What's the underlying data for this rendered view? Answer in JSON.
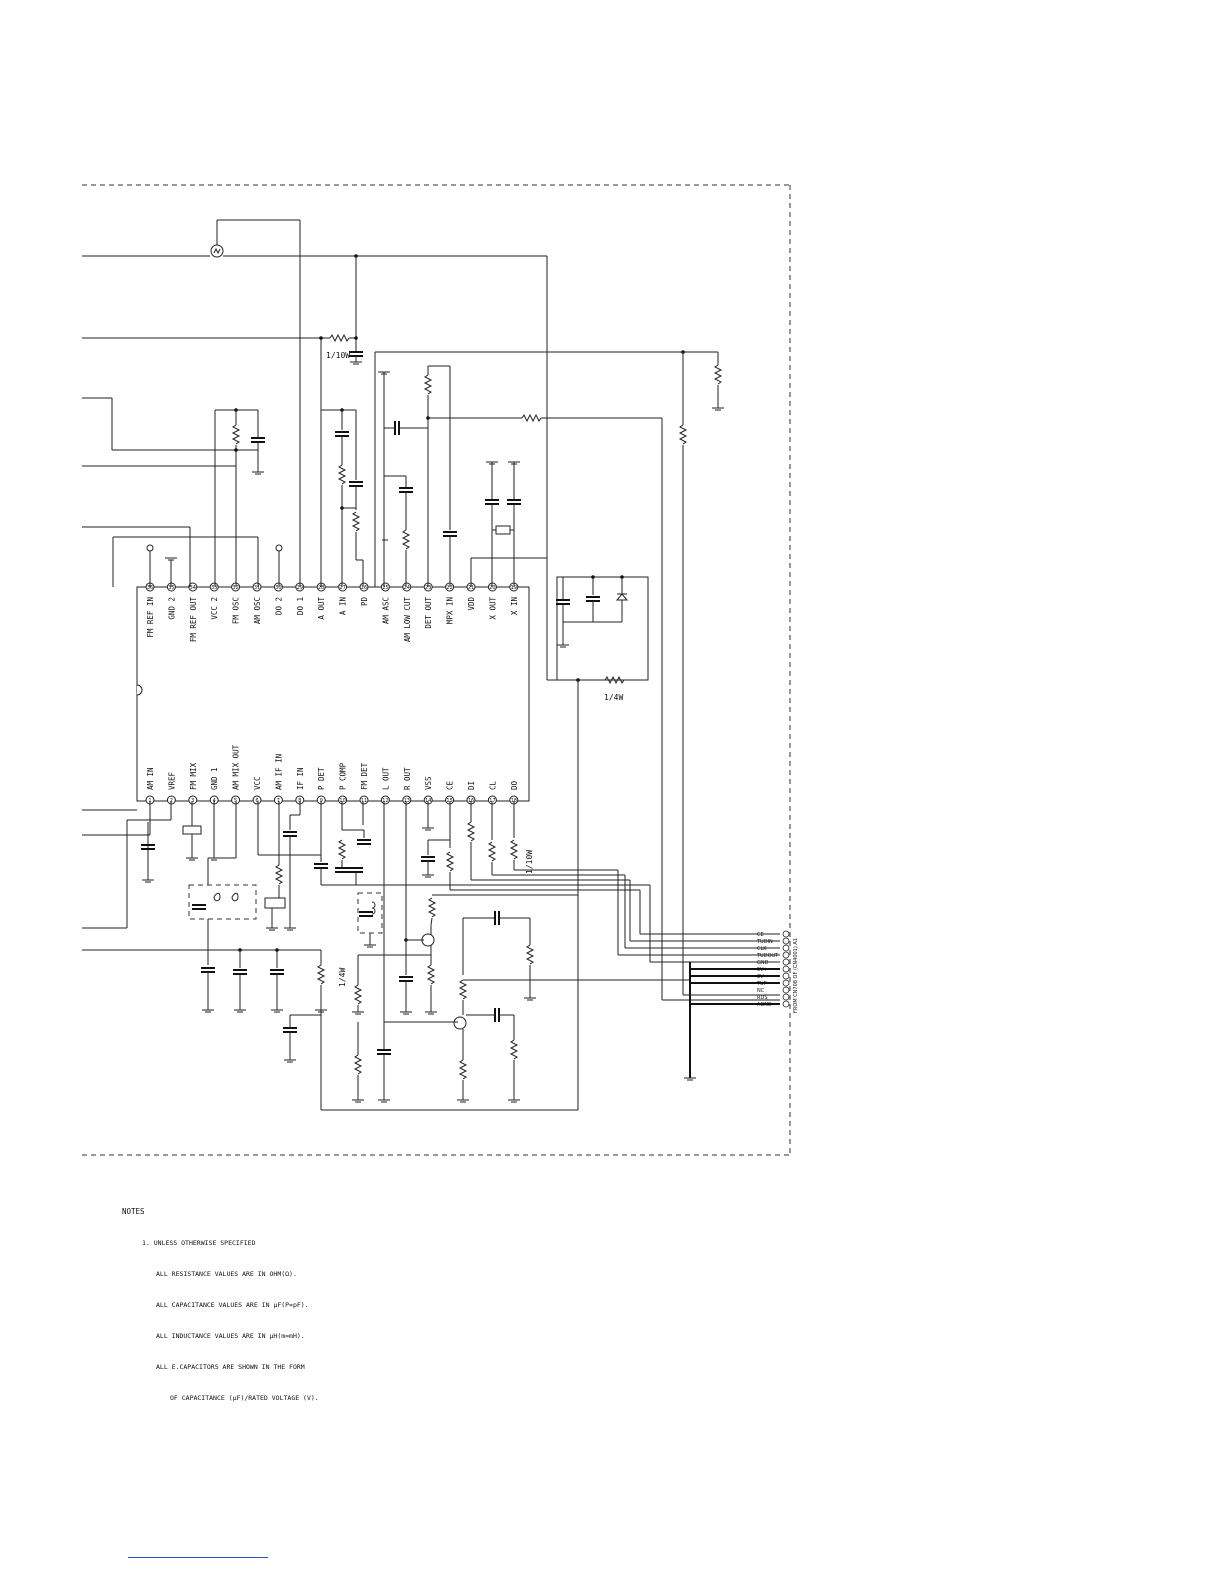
{
  "ic": {
    "top_pins": [
      {
        "num": "36",
        "label": "FM REF IN"
      },
      {
        "num": "35",
        "label": "GND 2"
      },
      {
        "num": "34",
        "label": "FM REF OUT"
      },
      {
        "num": "33",
        "label": "VCC 2"
      },
      {
        "num": "32",
        "label": "FM OSC"
      },
      {
        "num": "31",
        "label": "AM OSC"
      },
      {
        "num": "30",
        "label": "DO 2"
      },
      {
        "num": "29",
        "label": "DO 1"
      },
      {
        "num": "28",
        "label": "A OUT"
      },
      {
        "num": "27",
        "label": "A IN"
      },
      {
        "num": "26",
        "label": "PD"
      },
      {
        "num": "25",
        "label": "AM ASC"
      },
      {
        "num": "24",
        "label": "AM LOW CUT"
      },
      {
        "num": "23",
        "label": "DET OUT"
      },
      {
        "num": "22",
        "label": "MPX IN"
      },
      {
        "num": "21",
        "label": "VDD"
      },
      {
        "num": "20",
        "label": "X OUT"
      },
      {
        "num": "19",
        "label": "X IN"
      }
    ],
    "bottom_pins": [
      {
        "num": "1",
        "label": "AM IN"
      },
      {
        "num": "2",
        "label": "VREF"
      },
      {
        "num": "3",
        "label": "FM MIX"
      },
      {
        "num": "4",
        "label": "GND 1"
      },
      {
        "num": "5",
        "label": "AM MIX OUT"
      },
      {
        "num": "6",
        "label": "VCC"
      },
      {
        "num": "7",
        "label": "AM IF IN"
      },
      {
        "num": "8",
        "label": "IF IN"
      },
      {
        "num": "9",
        "label": "P DET"
      },
      {
        "num": "10",
        "label": "P COMP"
      },
      {
        "num": "11",
        "label": "FM DET"
      },
      {
        "num": "12",
        "label": "L OUT"
      },
      {
        "num": "13",
        "label": "R OUT"
      },
      {
        "num": "14",
        "label": "VSS"
      },
      {
        "num": "15",
        "label": "CE"
      },
      {
        "num": "16",
        "label": "DI"
      },
      {
        "num": "17",
        "label": "CL"
      },
      {
        "num": "18",
        "label": "DO"
      }
    ]
  },
  "labels": {
    "r_top_rating": "1/10W",
    "r_zener_rating": "1/4W",
    "r_do_rating": "1/10W",
    "r_lower_rating": "1/4W"
  },
  "connector": {
    "pins": [
      "CE",
      "TUDIN",
      "CLK",
      "TUDOUT",
      "GND",
      "5V+",
      "8V",
      "TUP",
      "NC",
      "RDS",
      "AGND"
    ],
    "caption": "FROM CN708 OF (CN4001) A1"
  },
  "notes": {
    "heading": "NOTES",
    "item1": "1. UNLESS OTHERWISE SPECIFIED",
    "res": "ALL RESISTANCE VALUES ARE IN OHM(Ω).",
    "cap": "ALL CAPACITANCE VALUES ARE IN μF(P=pF).",
    "ind": "ALL INDUCTANCE VALUES ARE IN μH(m=mH).",
    "ecap": "ALL E.CAPACITORS ARE SHOWN IN THE FORM",
    "ecap2": "OF CAPACITANCE (μF)/RATED VOLTAGE (V)."
  }
}
